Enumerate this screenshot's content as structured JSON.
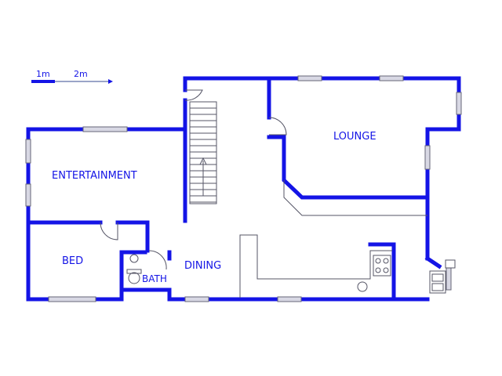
{
  "scale_bar": {
    "label_1": "1m",
    "label_2": "2m"
  },
  "rooms": {
    "entertainment": "ENTERTAINMENT",
    "lounge": "LOUNGE",
    "bed": "BED",
    "bath": "BATH",
    "dining": "DINING"
  },
  "colors": {
    "wall": "#1414e6",
    "fixture": "#555566",
    "window": "#d8d8e4"
  }
}
